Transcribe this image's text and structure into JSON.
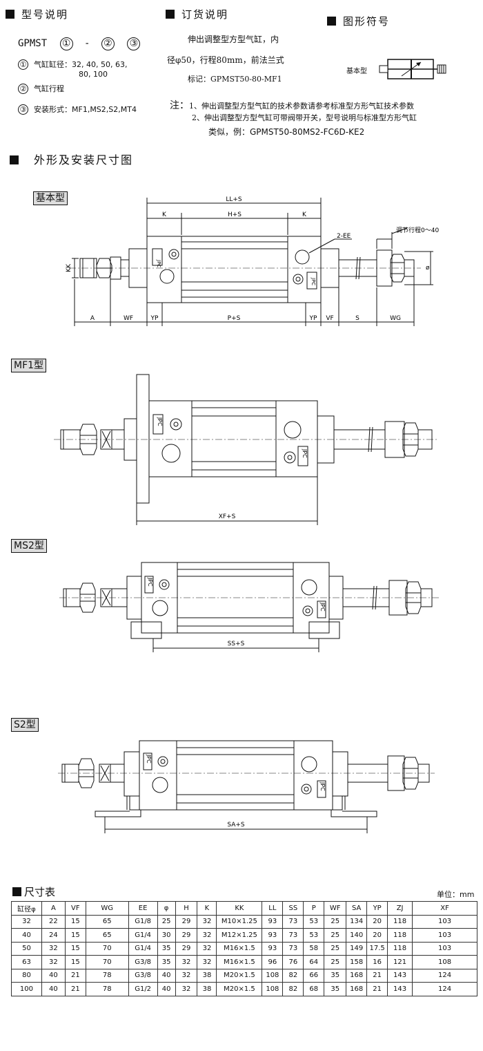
{
  "model": {
    "heading": "型号说明",
    "code": "GPMST",
    "marks": [
      "①",
      "②",
      "③"
    ],
    "dash": "-",
    "items": [
      {
        "num": "①",
        "text": "气缸缸径：32, 40, 50, 63,",
        "text2": "80, 100"
      },
      {
        "num": "②",
        "text": "气缸行程"
      },
      {
        "num": "③",
        "text": "安装形式：MF1,MS2,S2,MT4"
      }
    ]
  },
  "order": {
    "heading": "订货说明",
    "line1": "伸出调整型方型气缸，内",
    "line2": "径φ50，行程80mm，前法兰式",
    "line3": "标记：GPMST50-80-MF1"
  },
  "symbol": {
    "heading": "图形符号",
    "label": "基本型"
  },
  "note": {
    "prefix": "注：",
    "line1": "1、伸出调整型方型气缸的技术参数请参考标准型方形气缸技术参数",
    "line2": "2、伸出调整型方型气缸可带阀带开关，型号说明与标准型方形气缸",
    "line3": "类似，例：GPMST50-80MS2-FC6D-KE2"
  },
  "outline": {
    "heading": "外形及安装尺寸图"
  },
  "drawings": {
    "basic": {
      "tag": "基本型",
      "labels": {
        "LL": "LL+S",
        "K": "K",
        "H": "H+S",
        "EE": "2-EE",
        "adjust": "调节行程0～40",
        "phi": "ø",
        "KK": "KK",
        "A": "A",
        "WF": "WF",
        "YP": "YP",
        "P": "P+S",
        "VF": "VF",
        "S": "S",
        "WG": "WG",
        "brand": "JPC"
      }
    },
    "mf1": {
      "tag": "MF1型",
      "dim": "XF+S",
      "brand": "JPC"
    },
    "ms2": {
      "tag": "MS2型",
      "dim": "SS+S",
      "brand": "JPC"
    },
    "s2": {
      "tag": "S2型",
      "dim": "SA+S",
      "brand": "JPC"
    }
  },
  "table": {
    "title": "尺寸表",
    "unit": "单位：mm",
    "headers": [
      "缸径φ",
      "A",
      "VF",
      "WG",
      "EE",
      "φ",
      "H",
      "K",
      "KK",
      "LL",
      "SS",
      "P",
      "WF",
      "SA",
      "YP",
      "ZJ",
      "XF"
    ],
    "rows": [
      [
        "32",
        "22",
        "15",
        "65",
        "G1/8",
        "25",
        "29",
        "32",
        "M10×1.25",
        "93",
        "73",
        "53",
        "25",
        "134",
        "20",
        "118",
        "103"
      ],
      [
        "40",
        "24",
        "15",
        "65",
        "G1/4",
        "30",
        "29",
        "32",
        "M12×1.25",
        "93",
        "73",
        "53",
        "25",
        "140",
        "20",
        "118",
        "103"
      ],
      [
        "50",
        "32",
        "15",
        "70",
        "G1/4",
        "35",
        "29",
        "32",
        "M16×1.5",
        "93",
        "73",
        "58",
        "25",
        "149",
        "17.5",
        "118",
        "103"
      ],
      [
        "63",
        "32",
        "15",
        "70",
        "G3/8",
        "35",
        "32",
        "32",
        "M16×1.5",
        "96",
        "76",
        "64",
        "25",
        "158",
        "16",
        "121",
        "108"
      ],
      [
        "80",
        "40",
        "21",
        "78",
        "G3/8",
        "40",
        "32",
        "38",
        "M20×1.5",
        "108",
        "82",
        "66",
        "35",
        "168",
        "21",
        "143",
        "124"
      ],
      [
        "100",
        "40",
        "21",
        "78",
        "G1/2",
        "40",
        "32",
        "38",
        "M20×1.5",
        "108",
        "82",
        "68",
        "35",
        "168",
        "21",
        "143",
        "124"
      ]
    ]
  }
}
